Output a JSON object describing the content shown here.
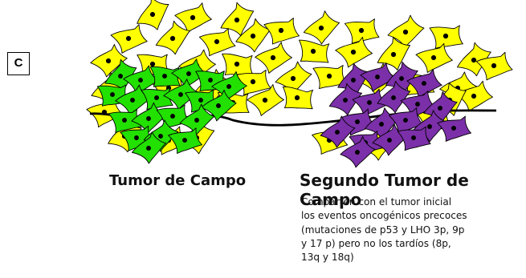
{
  "panel_label": "C",
  "captions": {
    "left": "Tumor de Campo",
    "right": "Segundo Tumor de Campo"
  },
  "description_lines": [
    "Comparten con el tumor inicial",
    "los eventos oncogénicos precoces",
    "(mutaciones de p53 y LHO 3p, 9p",
    "y 17 p) pero no los tardíos (8p,",
    "13q y 18q)"
  ],
  "colors": {
    "normal_cell": "#ffff00",
    "field_tumor_cell": "#22e000",
    "second_tumor_cell": "#7b2fa8",
    "nucleus": "#000000",
    "basement_membrane": "#000000"
  }
}
